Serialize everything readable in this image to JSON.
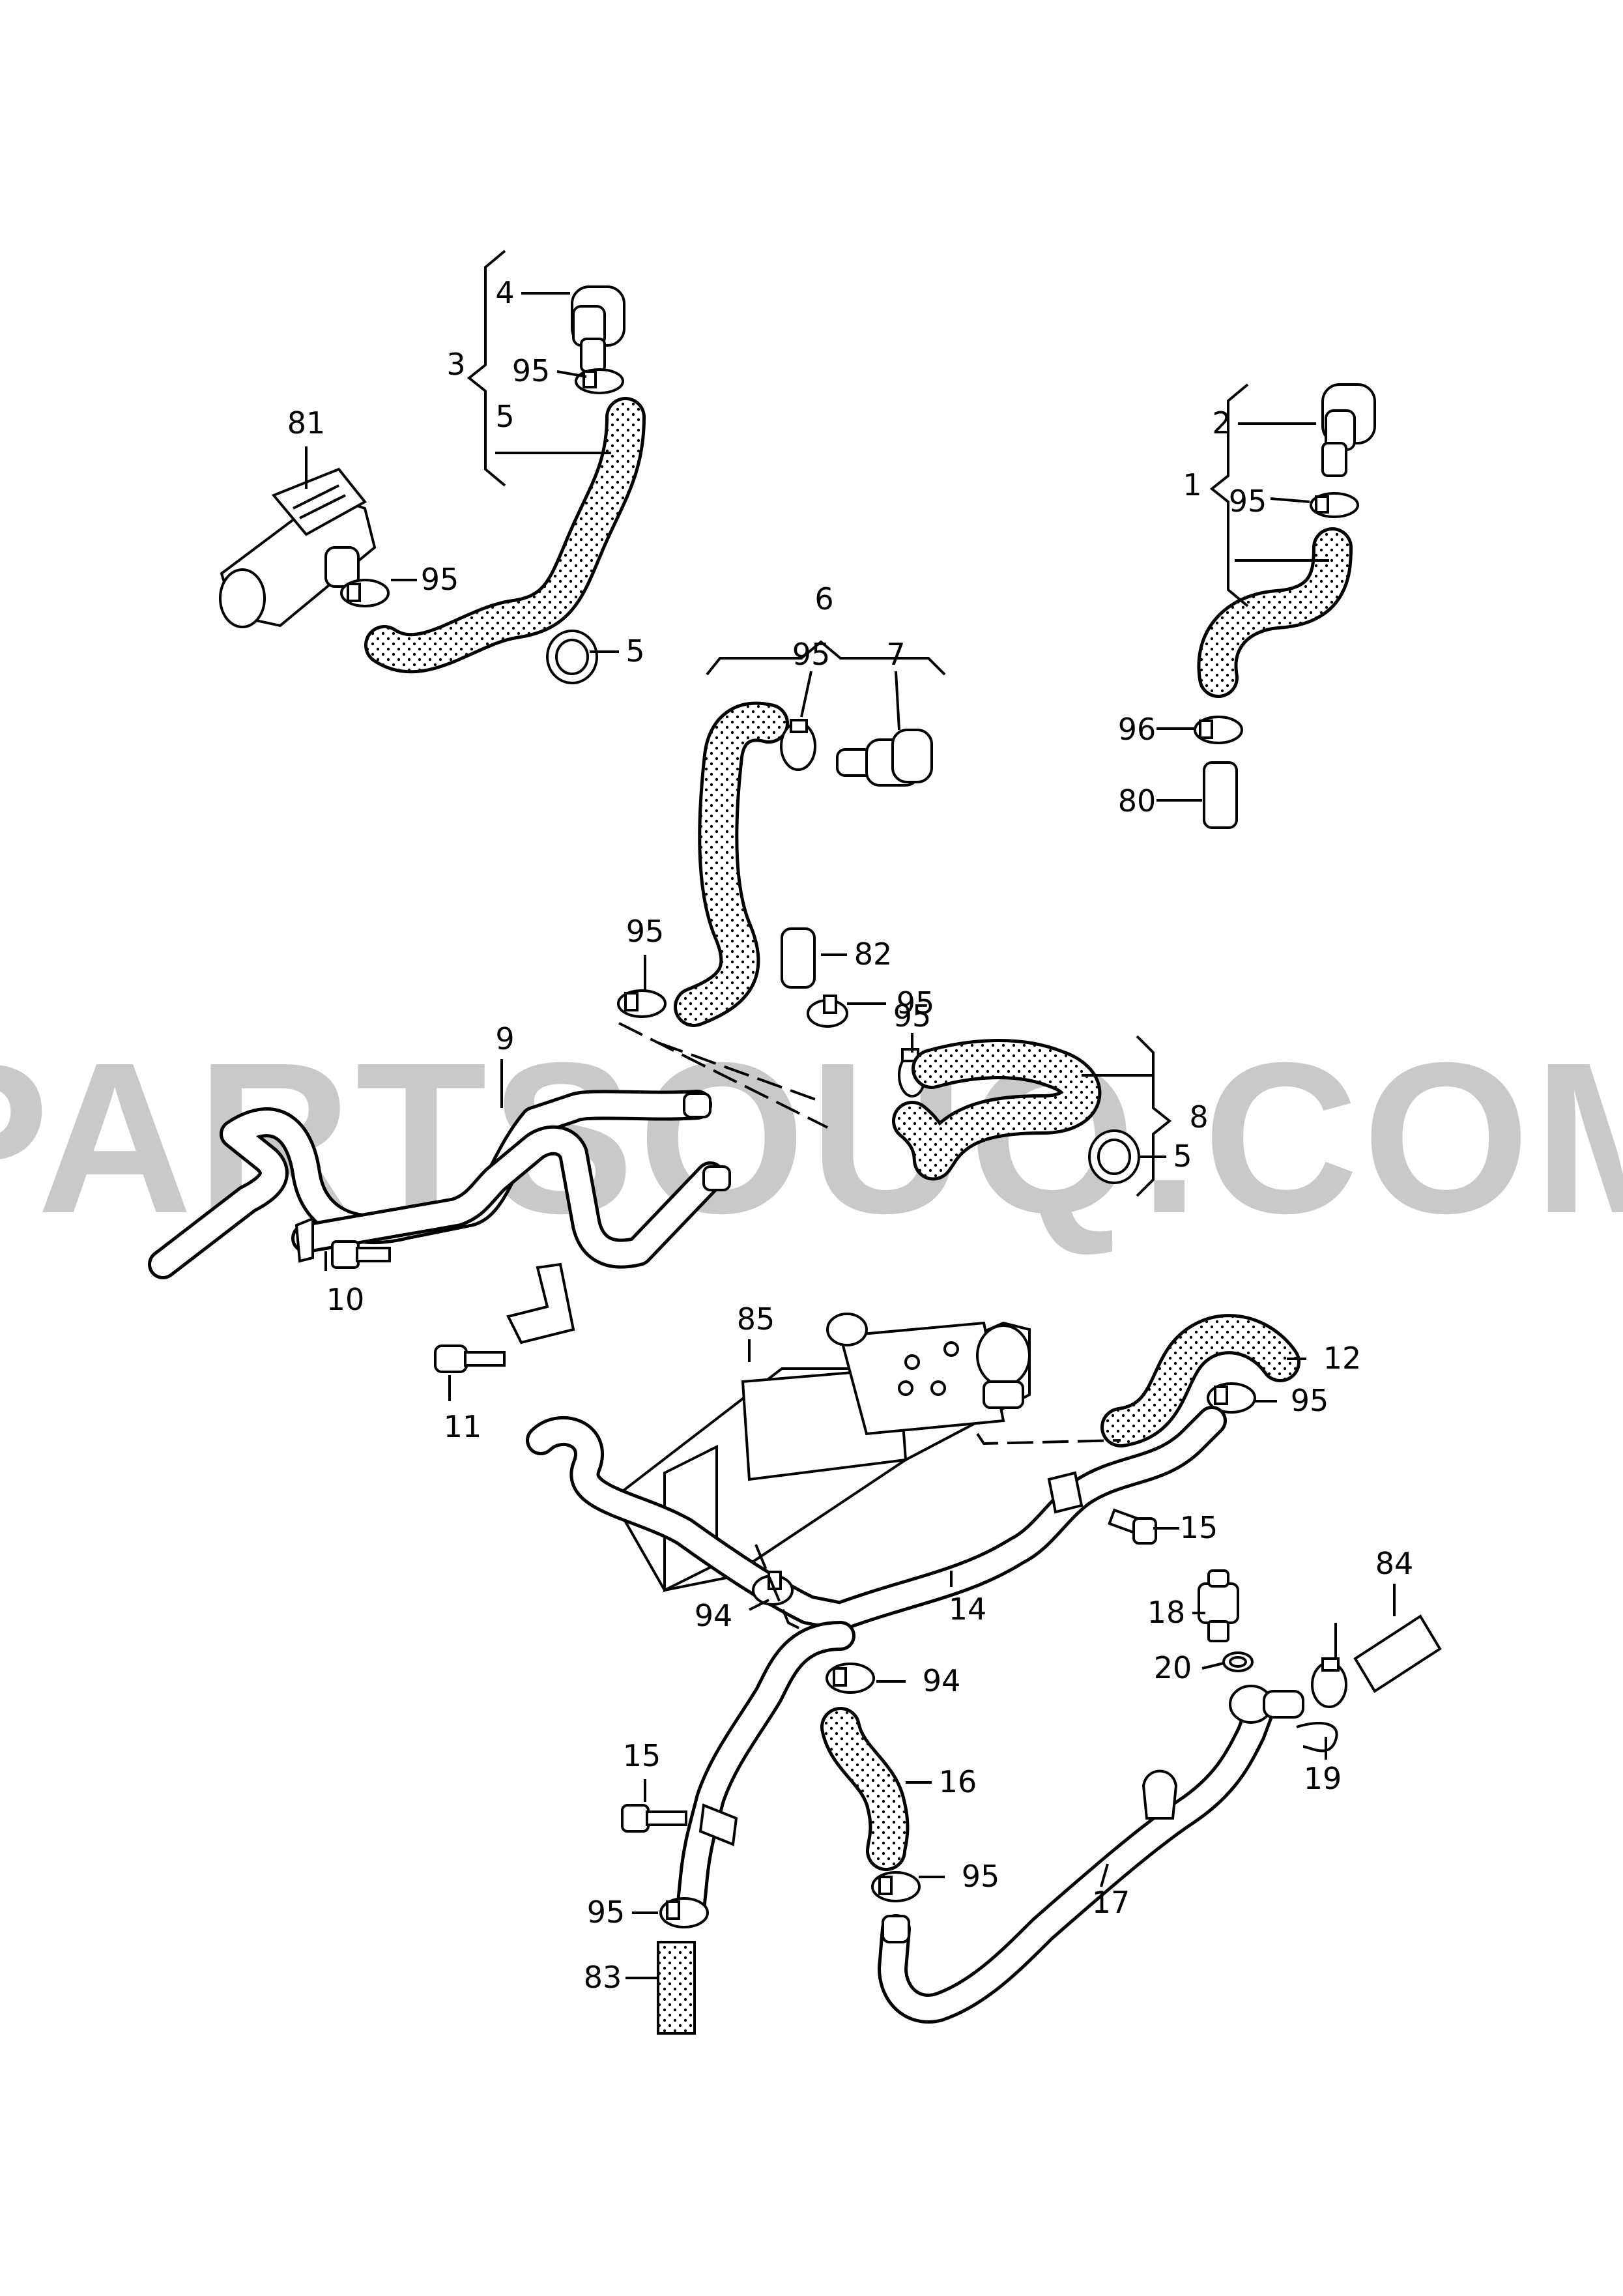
{
  "watermark": "PARTSOUQ.COM",
  "callouts": {
    "c1": "1",
    "c2": "2",
    "c3": "3",
    "c4": "4",
    "c5a": "5",
    "c5b": "5",
    "c5c": "5",
    "c6": "6",
    "c7": "7",
    "c8": "8",
    "c9": "9",
    "c10": "10",
    "c11": "11",
    "c12": "12",
    "c14": "14",
    "c15a": "15",
    "c15b": "15",
    "c16": "16",
    "c17": "17",
    "c18": "18",
    "c19": "19",
    "c20": "20",
    "c80": "80",
    "c81": "81",
    "c82": "82",
    "c83": "83",
    "c84": "84",
    "c85": "85",
    "c94a": "94",
    "c94b": "94",
    "c95a": "95",
    "c95b": "95",
    "c95c": "95",
    "c95d": "95",
    "c95e": "95",
    "c95f": "95",
    "c95g": "95",
    "c95h": "95",
    "c95i": "95",
    "c95j": "95",
    "c96": "96"
  },
  "icons": [
    "hose-icon",
    "pipe-icon",
    "clamp-icon",
    "connector-icon",
    "egr-cooler-icon",
    "bolt-icon",
    "sensor-icon",
    "seal-ring-icon",
    "retaining-clip-icon"
  ]
}
